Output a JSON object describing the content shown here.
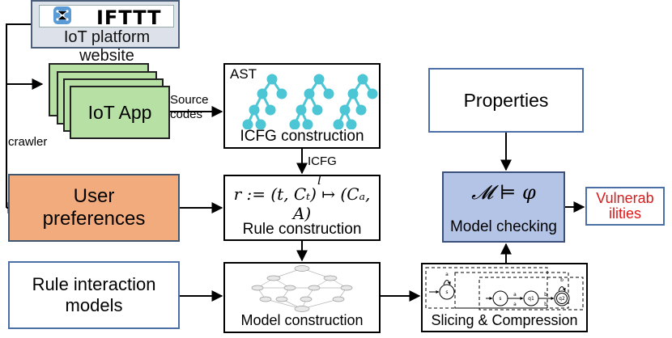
{
  "platform": {
    "logo_text": "IFTTT",
    "caption": "IoT platform website"
  },
  "iot_app": {
    "label": "IoT App"
  },
  "edges": {
    "source_codes_line1": "Source",
    "source_codes_line2": "codes",
    "crawler": "crawler",
    "icfg": "ICFG"
  },
  "ast_box": {
    "label": "AST",
    "caption": "ICFG construction"
  },
  "rule_box": {
    "formula": "r := (t, Cₜ) ↦ (Cₐ, A)",
    "arrow_label": "l",
    "caption": "Rule construction"
  },
  "user_preferences": {
    "line1": "User",
    "line2": "preferences"
  },
  "rule_interaction": {
    "line1": "Rule interaction",
    "line2": "models"
  },
  "model_box": {
    "caption": "Model construction"
  },
  "properties": {
    "label": "Properties"
  },
  "model_checking": {
    "formula": "𝓜 ⊨ φ",
    "caption": "Model checking"
  },
  "vulnerabilities": {
    "line1": "Vulnerab",
    "line2": "ilities"
  },
  "slicing": {
    "caption": "Slicing & Compression",
    "state_labels": [
      "s",
      "s",
      "q1",
      "q2"
    ],
    "transition_labels": [
      "a",
      "a",
      "b",
      "b",
      "a",
      "b"
    ]
  },
  "colors": {
    "app_green": "#b6e0a4",
    "user_pref_orange": "#f2ab7c",
    "model_check_blue": "#b4c4e6",
    "vuln_red": "#e01818",
    "ast_teal": "#4cc6d4"
  }
}
